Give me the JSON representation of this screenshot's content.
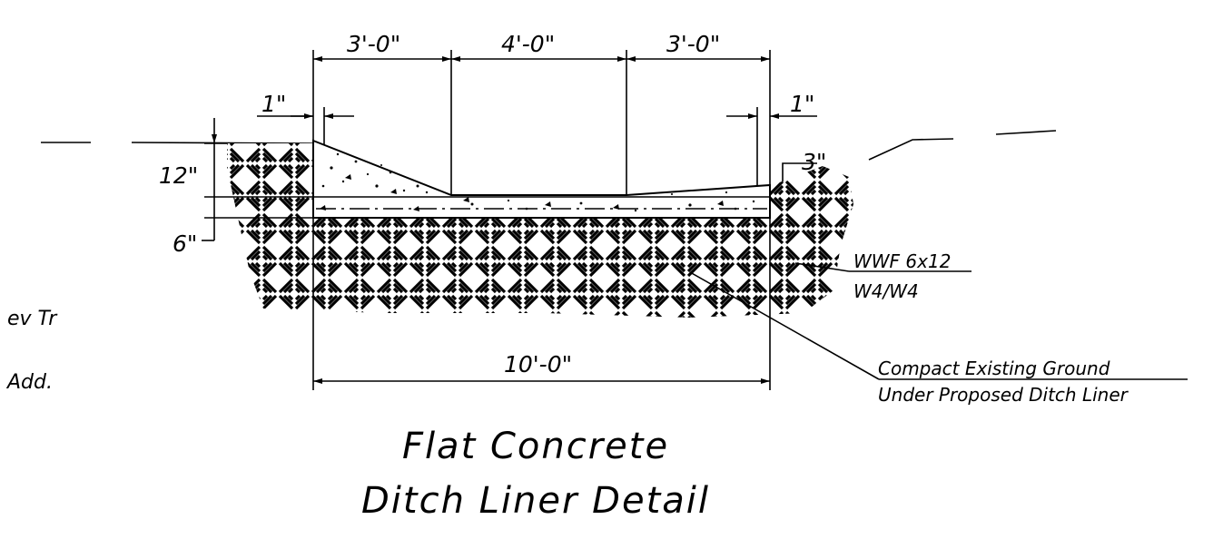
{
  "dimensions": {
    "top_left": "3'-0\"",
    "top_center": "4'-0\"",
    "top_right": "3'-0\"",
    "offset_left": "1\"",
    "offset_right": "1\"",
    "depth_upper": "12\"",
    "depth_lower": "6\"",
    "edge_thickness": "3\"",
    "bottom_total": "10'-0\""
  },
  "notes": {
    "wwf_line1": "WWF 6x12",
    "wwf_line2": "W4/W4",
    "compact_line1": "Compact Existing Ground",
    "compact_line2": "Under Proposed Ditch Liner"
  },
  "side_text": {
    "line1": "ev Tr",
    "line2": "Add."
  },
  "title": {
    "line1": "Flat Concrete",
    "line2": "Ditch Liner Detail"
  }
}
